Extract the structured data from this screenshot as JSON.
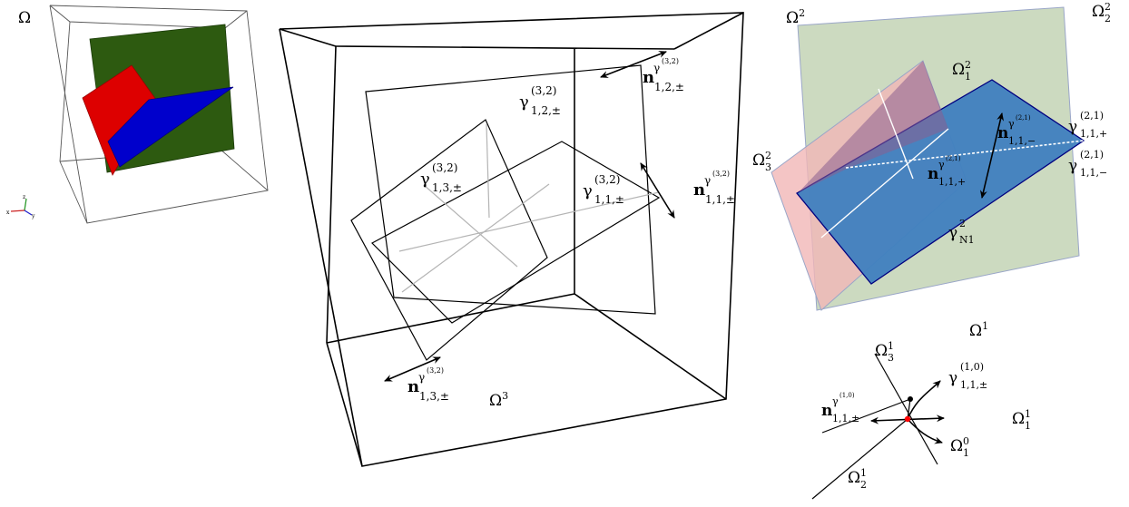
{
  "colors": {
    "panel_a_green": "#2d5a10",
    "panel_a_red": "#dd0000",
    "panel_a_blue": "#0000cc",
    "panel_c_green_plane": "#c7d6b9",
    "panel_c_pink_plane": "#f1b7b7",
    "panel_c_blue_plane": "#3f7fbf",
    "junction_point": "#ff0000"
  },
  "panel_a": {
    "omega": "Ω",
    "axis_icon": "xyz-axis-triad-icon"
  },
  "panel_b": {
    "omega3": {
      "base": "Ω",
      "sup": "3"
    },
    "gamma_12": {
      "base": "γ",
      "sup": "(3,2)",
      "sub": "1,2,±"
    },
    "gamma_13": {
      "base": "γ",
      "sup": "(3,2)",
      "sub": "1,3,±"
    },
    "gamma_11": {
      "base": "γ",
      "sup": "(3,2)",
      "sub": "1,1,±"
    },
    "n_12": {
      "base": "n",
      "sup": "γ",
      "supsup": "(3,2)",
      "sub": "1,2,±"
    },
    "n_11": {
      "base": "n",
      "sup": "γ",
      "supsup": "(3,2)",
      "sub": "1,1,±"
    },
    "n_13": {
      "base": "n",
      "sup": "γ",
      "supsup": "(3,2)",
      "sub": "1,3,±"
    }
  },
  "panel_c": {
    "omega2": {
      "base": "Ω",
      "sup": "2"
    },
    "omega2_2": {
      "base": "Ω",
      "sup": "2",
      "sub": "2"
    },
    "omega2_1": {
      "base": "Ω",
      "sup": "2",
      "sub": "1"
    },
    "omega2_3": {
      "base": "Ω",
      "sup": "2",
      "sub": "3"
    },
    "gamma_plus": {
      "base": "γ",
      "sup": "(2,1)",
      "sub": "1,1,+"
    },
    "gamma_minus": {
      "base": "γ",
      "sup": "(2,1)",
      "sub": "1,1,−"
    },
    "n_minus": {
      "base": "n",
      "sup": "γ",
      "supsup": "(2,1)",
      "sub": "1,1,−"
    },
    "n_plus": {
      "base": "n",
      "sup": "γ",
      "supsup": "(2,1)",
      "sub": "1,1,+"
    },
    "gamma_N1": {
      "base": "γ",
      "sup": "2",
      "sub": "N1"
    }
  },
  "panel_d": {
    "omega1": {
      "base": "Ω",
      "sup": "1"
    },
    "omega1_3": {
      "base": "Ω",
      "sup": "1",
      "sub": "3"
    },
    "omega1_1": {
      "base": "Ω",
      "sup": "1",
      "sub": "1"
    },
    "omega1_2": {
      "base": "Ω",
      "sup": "1",
      "sub": "2"
    },
    "omega0_1": {
      "base": "Ω",
      "sup": "0",
      "sub": "1"
    },
    "gamma_10": {
      "base": "γ",
      "sup": "(1,0)",
      "sub": "1,1,±"
    },
    "n_10": {
      "base": "n",
      "sup": "γ",
      "supsup": "(1,0)",
      "sub": "1,1,±"
    }
  }
}
